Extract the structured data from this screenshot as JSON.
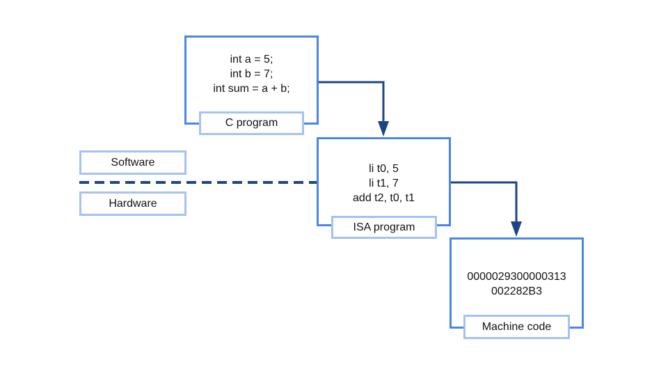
{
  "c_program": {
    "lines": [
      "int a = 5;",
      "int b = 7;",
      "int sum = a + b;"
    ],
    "label": "C program"
  },
  "isa_program": {
    "lines": [
      "li t0, 5",
      "li t1, 7",
      "add t2, t0, t1"
    ],
    "label": "ISA program"
  },
  "machine_code": {
    "lines": [
      "0000029300000313",
      "002282B3"
    ],
    "label": "Machine code"
  },
  "layers": {
    "software": "Software",
    "hardware": "Hardware"
  },
  "colors": {
    "box_border": "#4a86e8",
    "label_border": "#a4c2f4",
    "arrow": "#1c4587"
  }
}
